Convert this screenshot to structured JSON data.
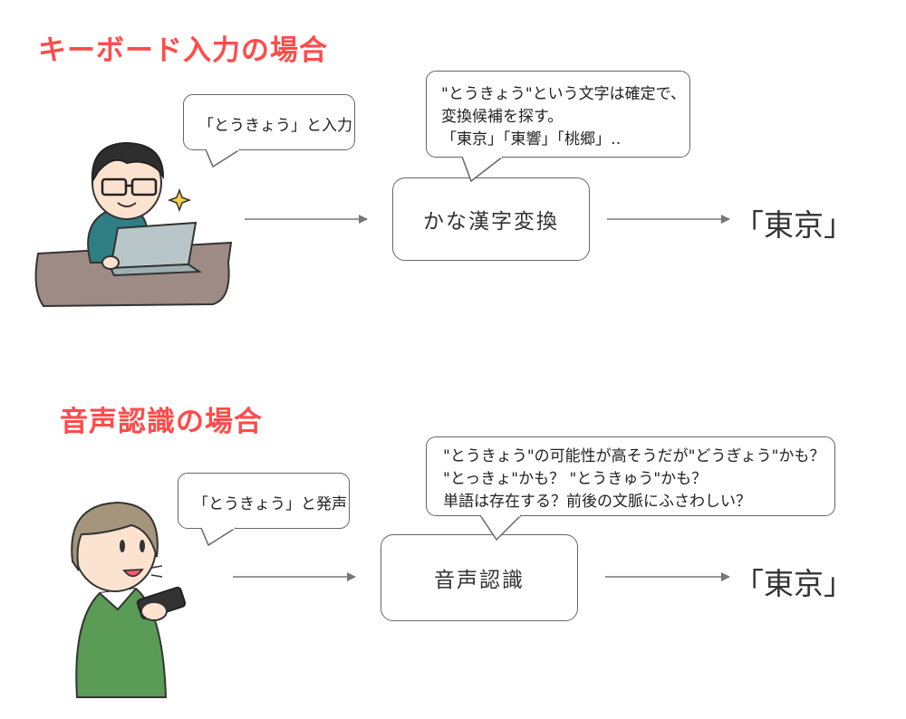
{
  "keyboard": {
    "heading": "キーボード入力の場合",
    "speech_bubble": "「とうきょう」と入力",
    "process_label": "かな漢字変換",
    "explanation_lines": [
      "\"とうきょう\"という文字は確定で、",
      "変換候補を探す。",
      "「東京」「東響」「桃郷」‥"
    ],
    "result": "「東京」"
  },
  "voice": {
    "heading": "音声認識の場合",
    "speech_bubble": "「とうきょう」と発声",
    "process_label": "音声認識",
    "explanation_lines": [
      "\"とうきょう\"の可能性が高そうだが\"どうぎょう\"かも？",
      "\"とっきょ\"かも？ \"とうきゅう\"かも？",
      "単語は存在する？前後の文脈にふさわしい？"
    ],
    "result": "「東京」"
  }
}
